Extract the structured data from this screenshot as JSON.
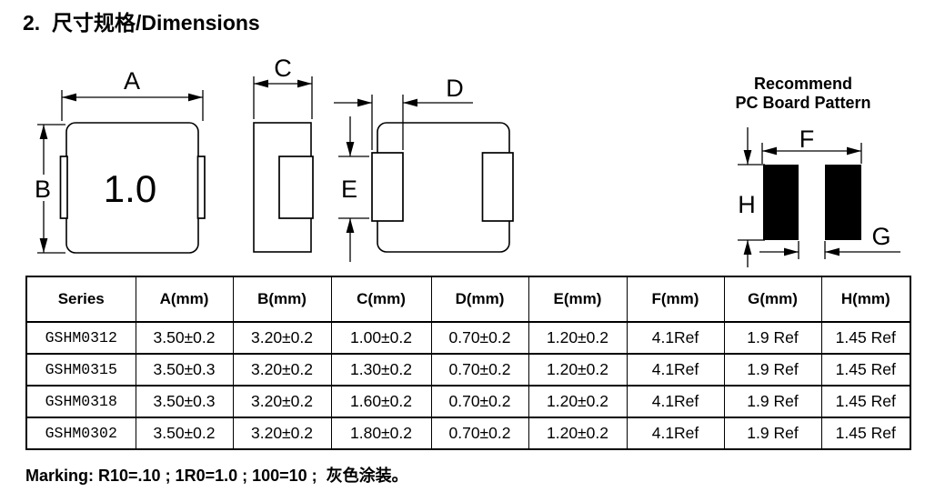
{
  "title": "2.  尺寸规格/Dimensions",
  "drawings": {
    "top_view": {
      "dim_a": "A",
      "dim_b": "B",
      "part_marking": "1.0"
    },
    "side_view": {
      "dim_c": "C"
    },
    "bottom_view": {
      "dim_d": "D",
      "dim_e": "E"
    },
    "pcb_pattern": {
      "title_line1": "Recommend",
      "title_line2": "PC Board Pattern",
      "dim_f": "F",
      "dim_g": "G",
      "dim_h": "H"
    }
  },
  "table": {
    "headers": [
      "Series",
      "A(mm)",
      "B(mm)",
      "C(mm)",
      "D(mm)",
      "E(mm)",
      "F(mm)",
      "G(mm)",
      "H(mm)"
    ],
    "rows": [
      [
        "GSHM0312",
        "3.50±0.2",
        "3.20±0.2",
        "1.00±0.2",
        "0.70±0.2",
        "1.20±0.2",
        "4.1Ref",
        "1.9 Ref",
        "1.45 Ref"
      ],
      [
        "GSHM0315",
        "3.50±0.3",
        "3.20±0.2",
        "1.30±0.2",
        "0.70±0.2",
        "1.20±0.2",
        "4.1Ref",
        "1.9 Ref",
        "1.45 Ref"
      ],
      [
        "GSHM0318",
        "3.50±0.3",
        "3.20±0.2",
        "1.60±0.2",
        "0.70±0.2",
        "1.20±0.2",
        "4.1Ref",
        "1.9 Ref",
        "1.45 Ref"
      ],
      [
        "GSHM0302",
        "3.50±0.2",
        "3.20±0.2",
        "1.80±0.2",
        "0.70±0.2",
        "1.20±0.2",
        "4.1Ref",
        "1.9 Ref",
        "1.45 Ref"
      ]
    ]
  },
  "marking_note": "Marking: R10=.10 ; 1R0=1.0 ; 100=10 ;  灰色涂装。",
  "colors": {
    "line": "#000000",
    "pad_fill": "#000000",
    "background": "#ffffff"
  }
}
